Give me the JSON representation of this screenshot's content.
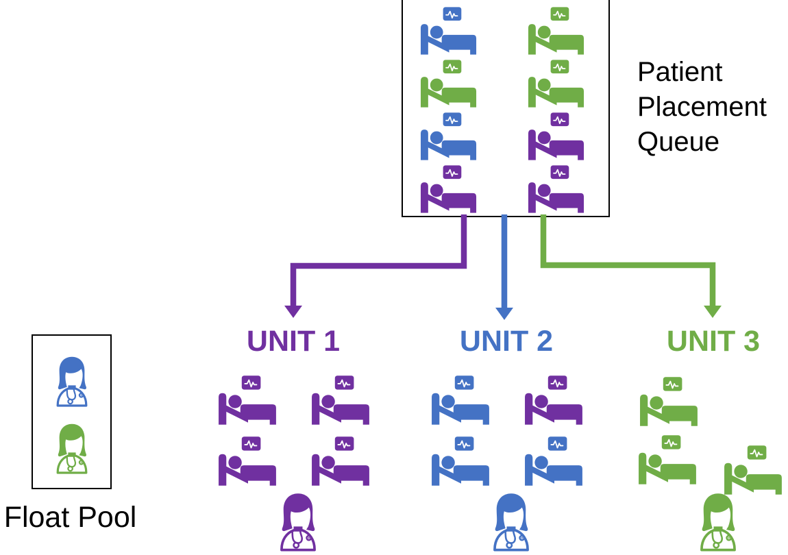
{
  "colors": {
    "purple": "#7030A0",
    "blue": "#4472C4",
    "green": "#70AD47",
    "text": "#000000",
    "border": "#000000",
    "background": "#FFFFFF"
  },
  "queue_box": {
    "label_text": "Patient Placement Queue",
    "label_lines": [
      "Patient",
      "Placement",
      "Queue"
    ],
    "beds": [
      "blue",
      "green",
      "green",
      "green",
      "blue",
      "purple",
      "purple",
      "purple"
    ]
  },
  "arrows": [
    {
      "from": "Patient Placement Queue",
      "to": "UNIT 1",
      "color": "purple"
    },
    {
      "from": "Patient Placement Queue",
      "to": "UNIT 2",
      "color": "blue"
    },
    {
      "from": "Patient Placement Queue",
      "to": "UNIT 3",
      "color": "green"
    }
  ],
  "units": [
    {
      "label": "UNIT 1",
      "color": "purple",
      "beds": [
        "purple",
        "purple",
        "purple",
        "purple"
      ],
      "nurse": "purple"
    },
    {
      "label": "UNIT 2",
      "color": "blue",
      "beds": [
        "blue",
        "purple",
        "blue",
        "blue"
      ],
      "nurse": "blue"
    },
    {
      "label": "UNIT 3",
      "color": "green",
      "beds": [
        "green",
        "green",
        "green"
      ],
      "nurse": "green"
    }
  ],
  "float_pool": {
    "label": "Float Pool",
    "nurses": [
      "blue",
      "green"
    ]
  },
  "icons": {
    "bed": "patient-in-bed-icon",
    "monitor": "vitals-monitor-icon",
    "nurse": "nurse-icon"
  }
}
